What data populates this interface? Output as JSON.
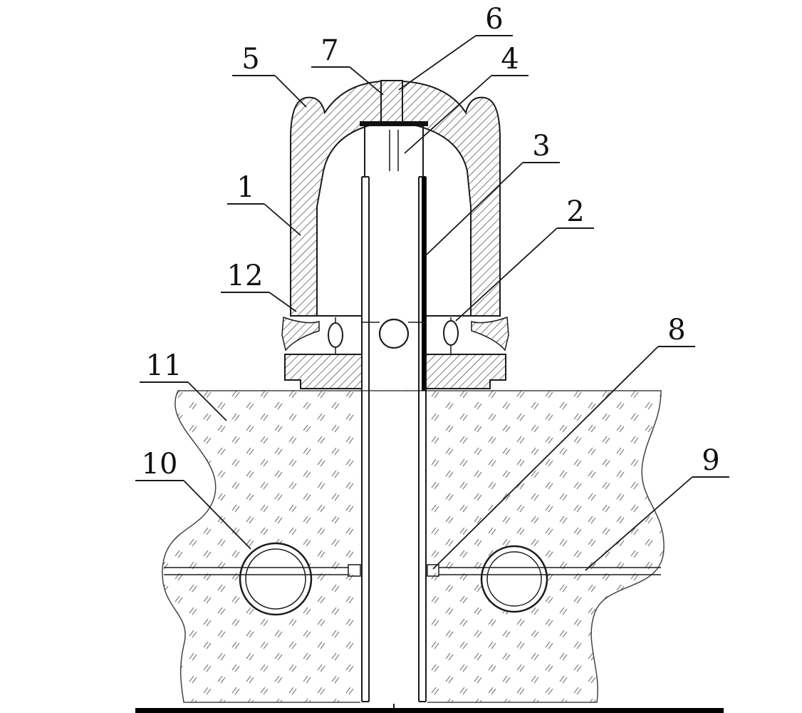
{
  "figure": {
    "kind": "patent-cross-section-drawing",
    "colors": {
      "line": "#1a1a1a",
      "background": "#ffffff",
      "hatch": "#3a3a3a",
      "soil_mark": "#8a8a8a"
    },
    "callouts": [
      {
        "ref": "1"
      },
      {
        "ref": "2"
      },
      {
        "ref": "3"
      },
      {
        "ref": "4"
      },
      {
        "ref": "5"
      },
      {
        "ref": "6"
      },
      {
        "ref": "7"
      },
      {
        "ref": "8"
      },
      {
        "ref": "9"
      },
      {
        "ref": "10"
      },
      {
        "ref": "11"
      },
      {
        "ref": "12"
      }
    ]
  }
}
